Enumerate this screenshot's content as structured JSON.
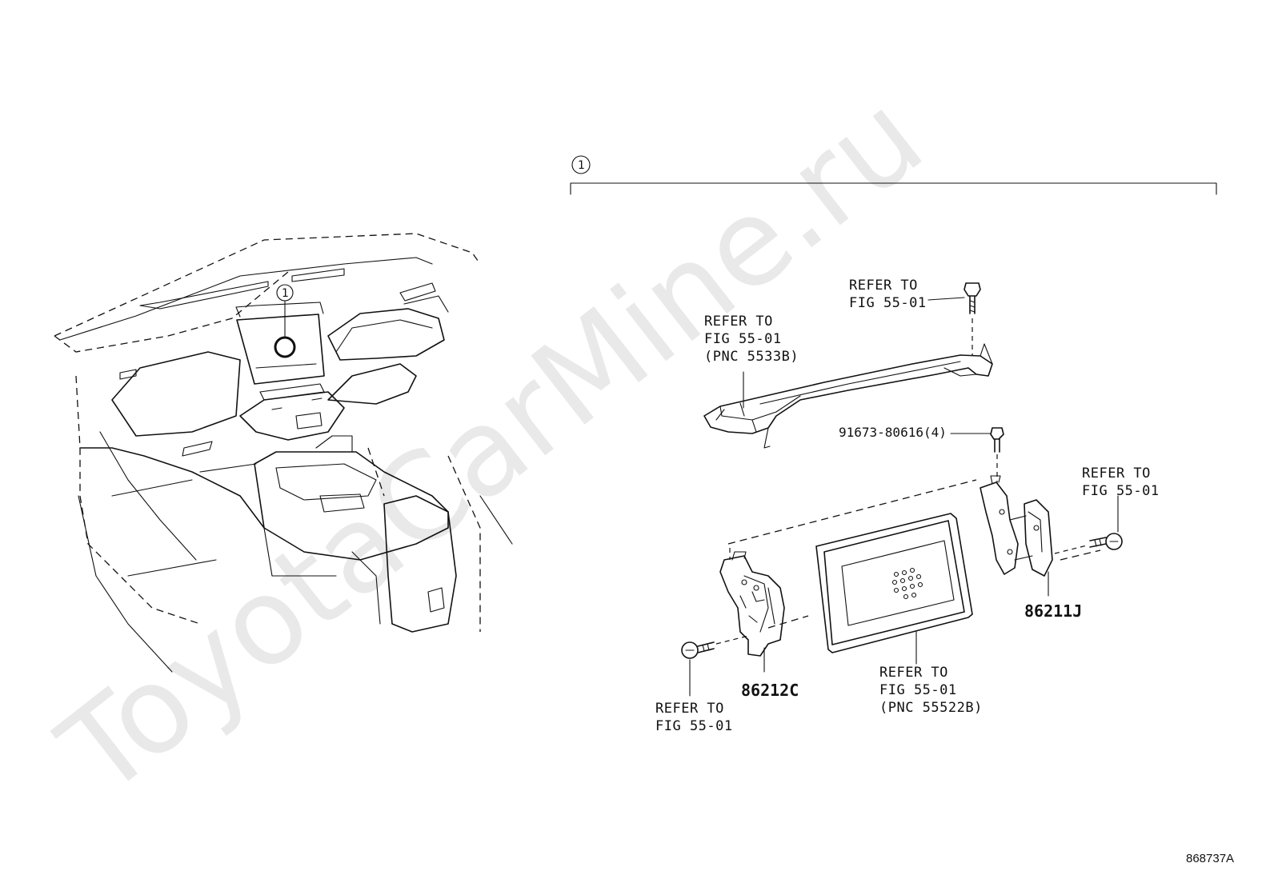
{
  "watermark": "ToyotaCarMine.ru",
  "group_callout": "1",
  "dashboard_callout": "1",
  "labels": {
    "refer_top_right": [
      "REFER TO",
      "FIG 55-01"
    ],
    "refer_bracket": [
      "REFER TO",
      "FIG 55-01",
      "(PNC 5533B)"
    ],
    "bolt_part": "91673-80616(4)",
    "refer_right_screw": [
      "REFER TO",
      "FIG 55-01"
    ],
    "refer_left_screw": [
      "REFER TO",
      "FIG 55-01"
    ],
    "refer_display": [
      "REFER TO",
      "FIG 55-01",
      "(PNC 55522B)"
    ]
  },
  "parts": {
    "bracket_left": "86212C",
    "bracket_right": "86211J"
  },
  "figure_code": "868737A"
}
